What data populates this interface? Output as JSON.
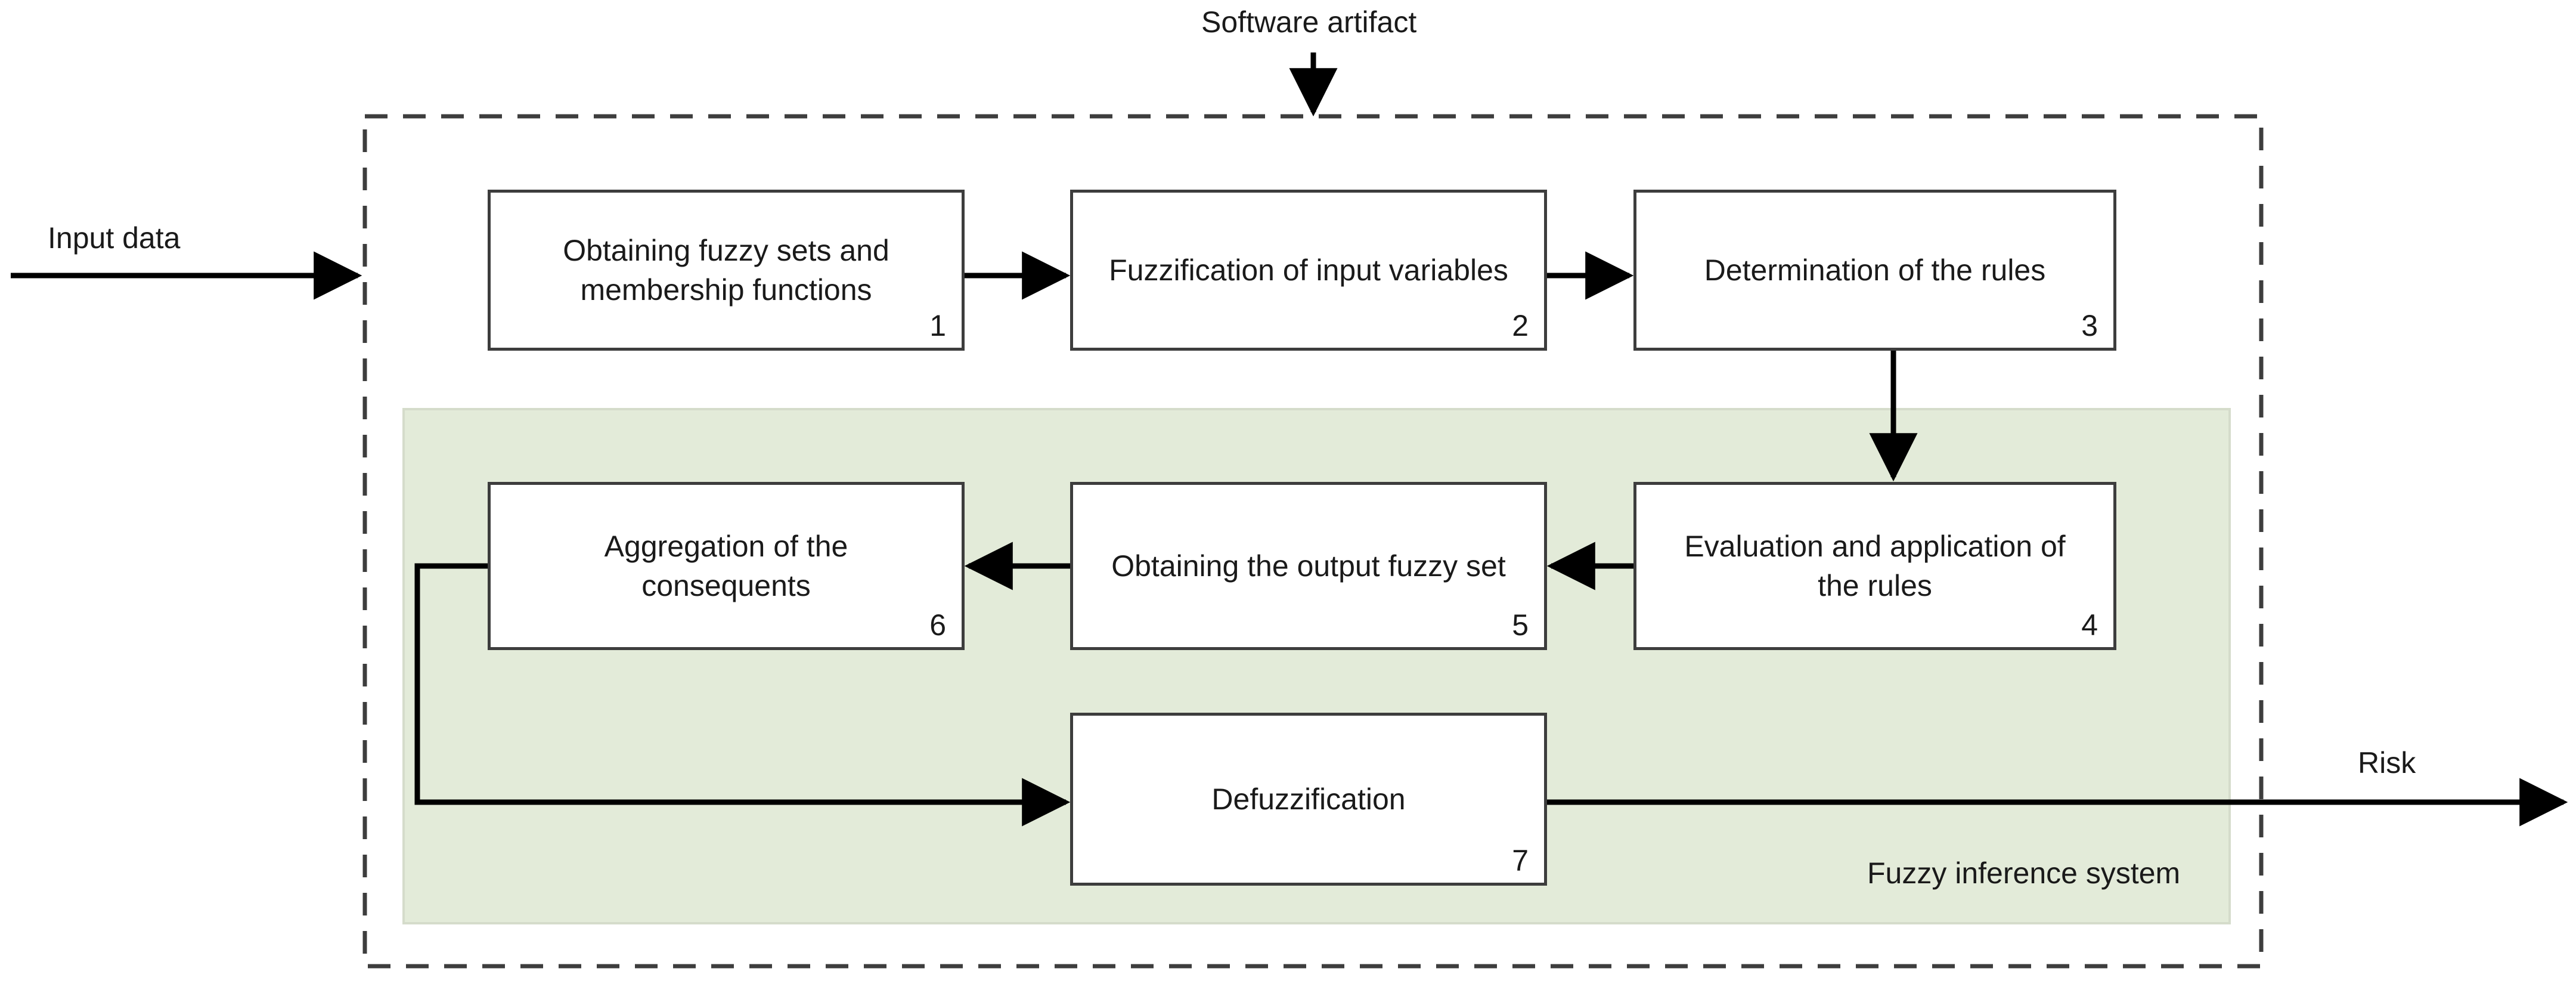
{
  "diagram": {
    "title_label": "Software artifact",
    "input_label": "Input data",
    "output_label": "Risk",
    "region_label": "Fuzzy inference system",
    "colors": {
      "region_fill": "#e3ebd9",
      "region_stroke": "#d5dccb",
      "node_stroke": "#3d3d3d",
      "node_fill": "#ffffff",
      "connector": "#000000",
      "boundary_stroke": "#3d3d3d",
      "text": "#1a1a1a"
    },
    "boundary": {
      "style": "dashed"
    },
    "nodes": [
      {
        "id": "n1",
        "label": "Obtaining fuzzy sets and\nmembership functions",
        "number": "1"
      },
      {
        "id": "n2",
        "label": "Fuzzification of input variables",
        "number": "2"
      },
      {
        "id": "n3",
        "label": "Determination of the rules",
        "number": "3"
      },
      {
        "id": "n4",
        "label": "Evaluation and application of\nthe rules",
        "number": "4"
      },
      {
        "id": "n5",
        "label": "Obtaining the output fuzzy set",
        "number": "5"
      },
      {
        "id": "n6",
        "label": "Aggregation of the\nconsequents",
        "number": "6"
      },
      {
        "id": "n7",
        "label": "Defuzzification",
        "number": "7"
      }
    ],
    "edges": [
      {
        "from": "input",
        "to": "boundary",
        "label": "Input data"
      },
      {
        "from": "artifact",
        "to": "boundary",
        "label": "Software artifact"
      },
      {
        "from": "n1",
        "to": "n2",
        "label": ""
      },
      {
        "from": "n2",
        "to": "n3",
        "label": ""
      },
      {
        "from": "n3",
        "to": "n4",
        "label": ""
      },
      {
        "from": "n4",
        "to": "n5",
        "label": ""
      },
      {
        "from": "n5",
        "to": "n6",
        "label": ""
      },
      {
        "from": "n6",
        "to": "n7",
        "label": ""
      },
      {
        "from": "n7",
        "to": "output",
        "label": "Risk"
      }
    ]
  }
}
